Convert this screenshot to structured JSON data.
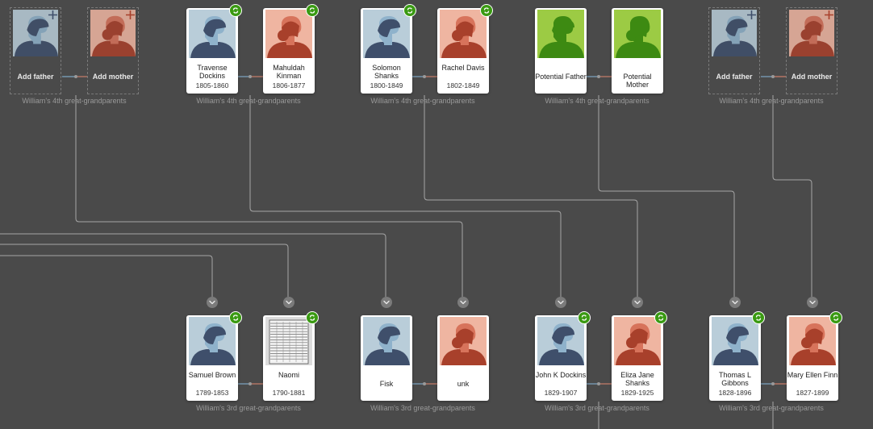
{
  "colors": {
    "background": "#4a4a4a",
    "line": "#a6a6a6",
    "male_bg": "#b9cdd9",
    "male_fg": "#3f4f6b",
    "male_face": "#8fb2cb",
    "female_bg": "#efb5a1",
    "female_fg": "#a8402b",
    "female_face": "#d7735b",
    "potential_bg": "#9ccb44",
    "potential_fg": "#3d8a12",
    "badge": "#3a9a12"
  },
  "top_row": {
    "groups": [
      {
        "label": "William's 4th great-grandparents",
        "father": {
          "add": true,
          "label": "Add father"
        },
        "mother": {
          "add": true,
          "label": "Add mother"
        }
      },
      {
        "label": "William's 4th great-grandparents",
        "father": {
          "name": "Travense Dockins",
          "dates": "1805-1860",
          "hint": true,
          "icon": "male-silhouette-icon"
        },
        "mother": {
          "name": "Mahuldah Kinman",
          "dates": "1806-1877",
          "hint": true,
          "icon": "female-silhouette-icon"
        }
      },
      {
        "label": "William's 4th great-grandparents",
        "father": {
          "name": "Solomon Shanks",
          "dates": "1800-1849",
          "hint": true,
          "icon": "male-silhouette-icon"
        },
        "mother": {
          "name": "Rachel Davis",
          "dates": "1802-1849",
          "hint": true,
          "icon": "female-silhouette-icon"
        }
      },
      {
        "label": "William's 4th great-grandparents",
        "father": {
          "name": "Potential Father",
          "dates": "",
          "hint": false,
          "potential": true,
          "icon": "potential-male-icon"
        },
        "mother": {
          "name": "Potential Mother",
          "dates": "",
          "hint": false,
          "potential": true,
          "icon": "potential-female-icon"
        }
      },
      {
        "label": "William's 4th great-grandparents",
        "father": {
          "add": true,
          "label": "Add father"
        },
        "mother": {
          "add": true,
          "label": "Add mother"
        }
      }
    ]
  },
  "bottom_row": {
    "groups": [
      {
        "label": "William's 3rd great-grandparents",
        "father": {
          "name": "Samuel Brown",
          "dates": "1789-1853",
          "hint": true,
          "icon": "male-silhouette-icon"
        },
        "mother": {
          "name": "Naomi",
          "dates": "1790-1881",
          "hint": true,
          "icon": "census-record-photo-icon"
        }
      },
      {
        "label": "William's 3rd great-grandparents",
        "father": {
          "name": "Fisk",
          "dates": "",
          "hint": false,
          "icon": "male-silhouette-icon"
        },
        "mother": {
          "name": "unk",
          "dates": "",
          "hint": false,
          "icon": "female-silhouette-icon"
        }
      },
      {
        "label": "William's 3rd great-grandparents",
        "father": {
          "name": "John K Dockins",
          "dates": "1829-1907",
          "hint": true,
          "icon": "male-silhouette-icon"
        },
        "mother": {
          "name": "Eliza Jane Shanks",
          "dates": "1829-1925",
          "hint": true,
          "icon": "female-silhouette-icon"
        }
      },
      {
        "label": "William's 3rd great-grandparents",
        "father": {
          "name": "Thomas L Gibbons",
          "dates": "1828-1896",
          "hint": true,
          "icon": "male-silhouette-icon"
        },
        "mother": {
          "name": "Mary Ellen Finn",
          "dates": "1827-1899",
          "hint": true,
          "icon": "female-silhouette-icon"
        }
      }
    ]
  }
}
